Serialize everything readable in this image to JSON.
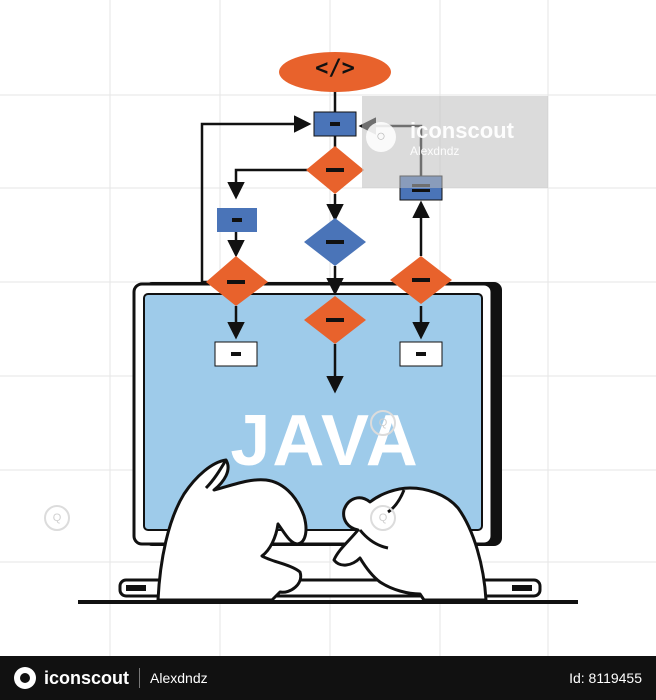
{
  "illustration": {
    "code_symbol": "</>",
    "screen_text": "JAVA",
    "colors": {
      "orange": "#e8622c",
      "blue": "#4a74b8",
      "screen": "#9ecbea",
      "grid": "#e6e6e6",
      "ink": "#111111"
    },
    "icons": [
      "code-tag-icon",
      "flowchart",
      "monitor",
      "typing-hands",
      "keyboard"
    ]
  },
  "watermark": {
    "brand": "iconscout",
    "author": "Alexdndz"
  },
  "footer": {
    "brand": "iconscout",
    "author": "Alexdndz",
    "id_text": "Id: 8119455"
  }
}
